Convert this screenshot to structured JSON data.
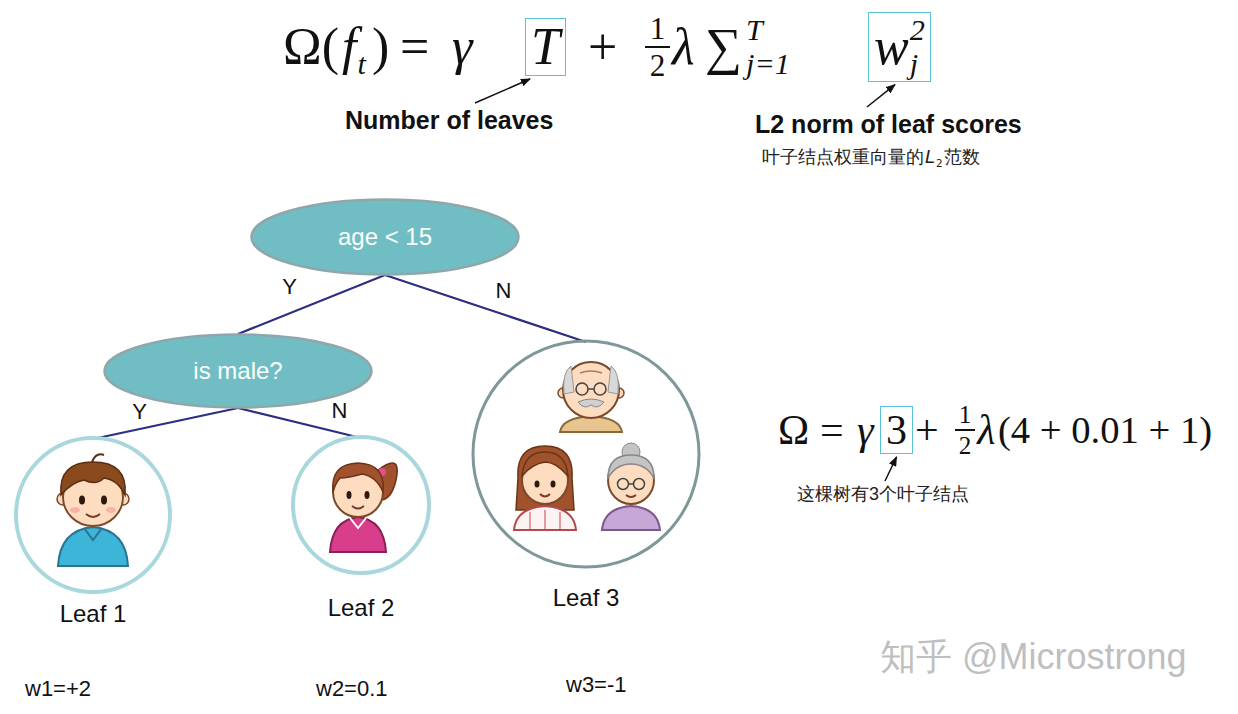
{
  "diagram": {
    "nodes": [
      {
        "text": [
          "age < 15"
        ]
      },
      {
        "text": [
          "is male?"
        ]
      },
      {
        "text": [
          "Leaf 1"
        ]
      },
      {
        "text": [
          "Leaf 2"
        ]
      },
      {
        "text": [
          "Leaf 3"
        ]
      }
    ],
    "edges": [
      {
        "from": 0,
        "to": 1,
        "label": "Y",
        "arrow": "none"
      },
      {
        "from": 0,
        "to": 4,
        "label": "N",
        "arrow": "none"
      },
      {
        "from": 1,
        "to": 2,
        "label": "Y",
        "arrow": "none"
      },
      {
        "from": 1,
        "to": 3,
        "label": "N",
        "arrow": "none"
      }
    ],
    "labels": [
      "Ω(",
      "f",
      "t",
      ")",
      "=",
      "γ",
      "T",
      "+",
      "1",
      "2",
      "λ",
      "∑",
      "T",
      "j=1",
      "w",
      "2",
      "j",
      "Number of leaves",
      "L2 norm of leaf scores",
      "叶子结点权重向量的",
      "L",
      "2",
      "范数",
      "Ω",
      "=",
      "γ",
      "3",
      "+",
      "1",
      "2",
      "λ",
      "(4 + 0.01 + 1)",
      "这棵树有3个叶子结点",
      "w1=+2",
      "w2=0.1",
      "w3=-1",
      "知乎 @Microstrong"
    ]
  }
}
